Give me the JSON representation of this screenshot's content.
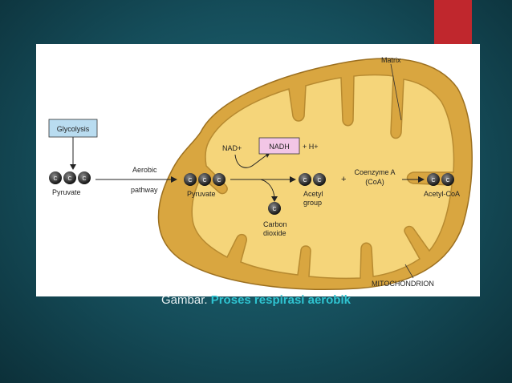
{
  "diagram": {
    "label_matrix": "Matrix",
    "label_glycolysis": "Glycolysis",
    "label_pyruvate_outside": "Pyruvate",
    "label_aerobic": "Aerobic",
    "label_pathway": "pathway",
    "label_pyruvate_inside": "Pyruvate",
    "label_nad": "NAD+",
    "label_nadh": "NADH",
    "label_h": "+ H+",
    "label_acetyl": "Acetyl",
    "label_group": "group",
    "label_carbon": "Carbon",
    "label_dioxide": "dioxide",
    "label_plus": "+",
    "label_coenzyme": "Coenzyme A",
    "label_coa": "(CoA)",
    "label_acetyl_coa": "Acetyl-CoA",
    "label_mitochondrion": "MITOCHONDRION",
    "carbon_symbol": "C"
  },
  "caption": {
    "prefix": "Gambar.",
    "highlight": "Proses respirasi aerobik"
  },
  "colors": {
    "accent_red": "#c0272d",
    "membrane": "#d9a640",
    "matrix_fill": "#f5d57a",
    "nadh_box": "#f2c6e6",
    "glycolysis_box": "#b9dcf0"
  }
}
